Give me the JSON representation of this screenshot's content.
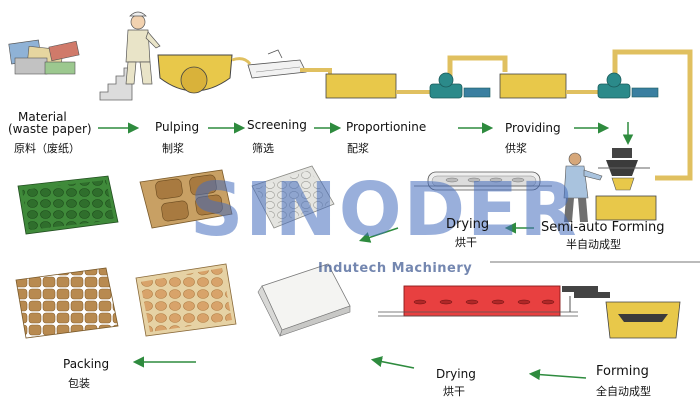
{
  "upper_line": {
    "material": {
      "en_line1": "Material",
      "en_line2": "(waste paper)",
      "cn": "原料（废纸）"
    },
    "pulping": {
      "en": "Pulping",
      "cn": "制浆"
    },
    "screening": {
      "en": "Screening",
      "cn": "筛选"
    },
    "proportioning": {
      "en": "Proportionine",
      "cn": "配浆"
    },
    "providing": {
      "en": "Providing",
      "cn": "供浆"
    },
    "semi_auto_forming": {
      "en": "Semi-auto Forming",
      "cn": "半自动成型"
    },
    "drying": {
      "en": "Drying",
      "cn": "烘干"
    }
  },
  "lower_line": {
    "forming": {
      "en": "Forming",
      "cn": "全自动成型"
    },
    "drying": {
      "en": "Drying",
      "cn": "烘干"
    },
    "packing": {
      "en": "Packing",
      "cn": "包装"
    }
  },
  "watermark": {
    "brand": "SINODER",
    "subtitle": "Indutech Machinery"
  },
  "colors": {
    "arrow": "#2e8b3e",
    "pulp": "#e8c84a",
    "pipe": "#e0c060",
    "pump": "#2b8a8a",
    "dryer_red": "#e84040",
    "green_tray": "#3f8a3a",
    "kraft": "#c8a064"
  }
}
